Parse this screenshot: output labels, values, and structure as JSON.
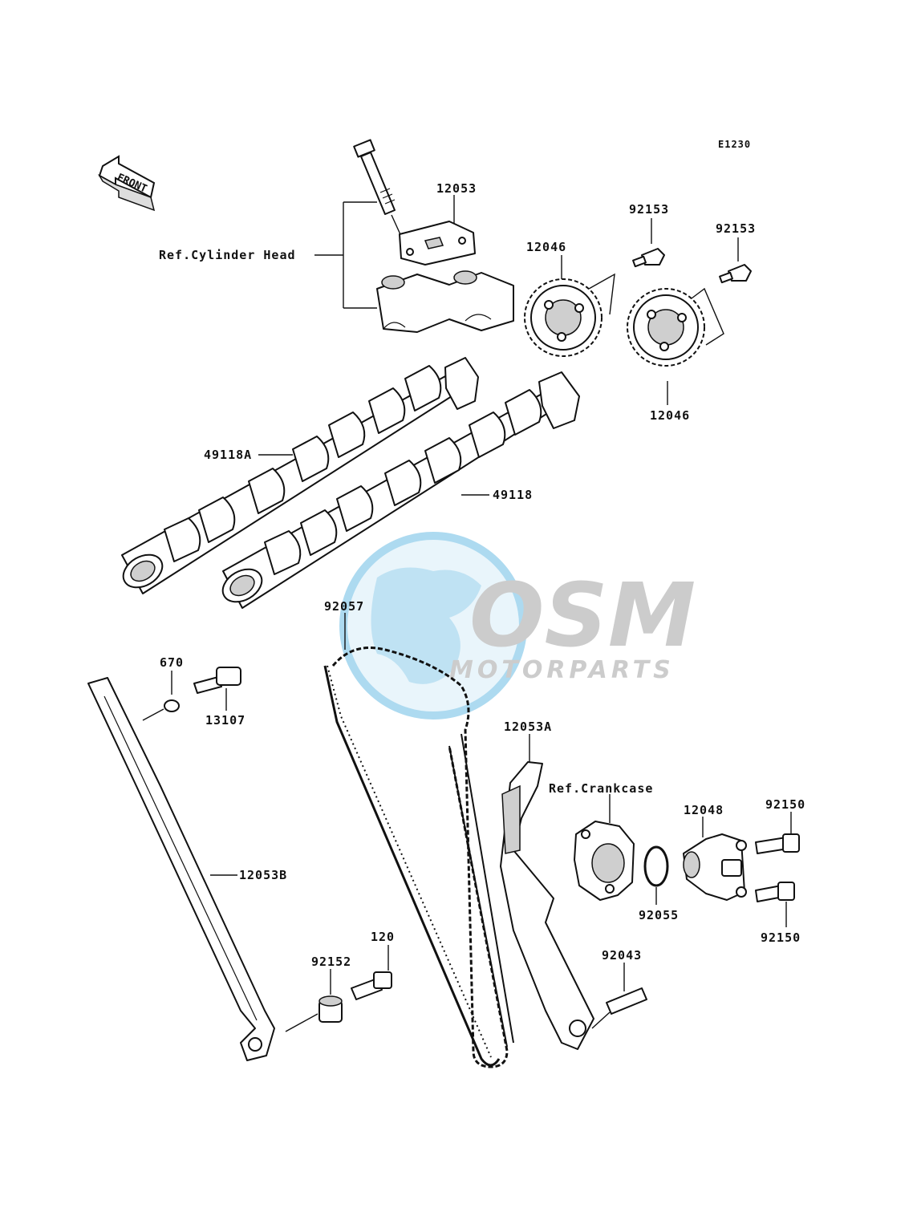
{
  "diagram": {
    "code": "E1230",
    "front_label": "FRONT",
    "watermark": {
      "brand": "OSM",
      "sub": "MOTORPARTS",
      "color": "#b8dff2"
    },
    "callouts": {
      "p12053": "12053",
      "ref_cylinder_head": "Ref.Cylinder Head",
      "p92153_a": "92153",
      "p92153_b": "92153",
      "p12046_a": "12046",
      "p12046_b": "12046",
      "p49118A": "49118A",
      "p49118": "49118",
      "p92057": "92057",
      "p670": "670",
      "p13107": "13107",
      "p12053A": "12053A",
      "ref_crankcase": "Ref.Crankcase",
      "p12048": "12048",
      "p92150_a": "92150",
      "p92150_b": "92150",
      "p92055": "92055",
      "p12053B": "12053B",
      "p120": "120",
      "p92152": "92152",
      "p92043": "92043"
    }
  }
}
